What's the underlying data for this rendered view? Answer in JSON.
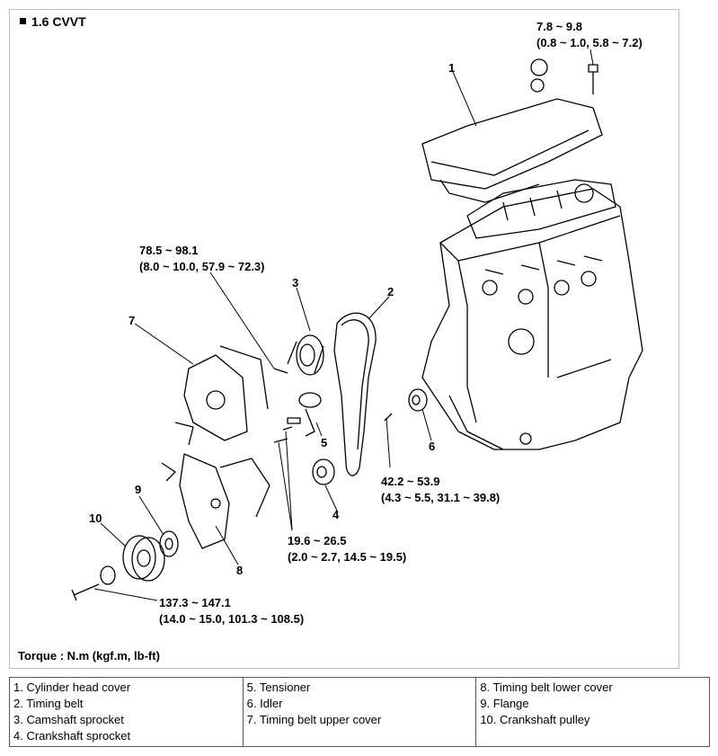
{
  "title": "1.6 CVVT",
  "torques": {
    "t1": {
      "value": "7.8 ~ 9.8",
      "alt": "(0.8 ~ 1.0, 5.8 ~ 7.2)"
    },
    "t2": {
      "value": "78.5 ~ 98.1",
      "alt": "(8.0 ~ 10.0, 57.9 ~ 72.3)"
    },
    "t3": {
      "value": "42.2 ~ 53.9",
      "alt": "(4.3 ~ 5.5, 31.1 ~ 39.8)"
    },
    "t4": {
      "value": "19.6 ~ 26.5",
      "alt": "(2.0 ~ 2.7, 14.5 ~ 19.5)"
    },
    "t5": {
      "value": "137.3 ~ 147.1",
      "alt": "(14.0 ~ 15.0, 101.3 ~ 108.5)"
    }
  },
  "callouts": [
    "1",
    "2",
    "3",
    "4",
    "5",
    "6",
    "7",
    "8",
    "9",
    "10"
  ],
  "unit_label": "Torque : N.m (kgf.m, lb-ft)",
  "legend": {
    "col1": [
      "1. Cylinder head cover",
      "2. Timing belt",
      "3. Camshaft sprocket",
      "4. Crankshaft sprocket"
    ],
    "col2": [
      "5. Tensioner",
      "6. Idler",
      "7. Timing belt upper cover"
    ],
    "col3": [
      "8. Timing belt lower cover",
      "9. Flange",
      "10. Crankshaft pulley"
    ]
  }
}
